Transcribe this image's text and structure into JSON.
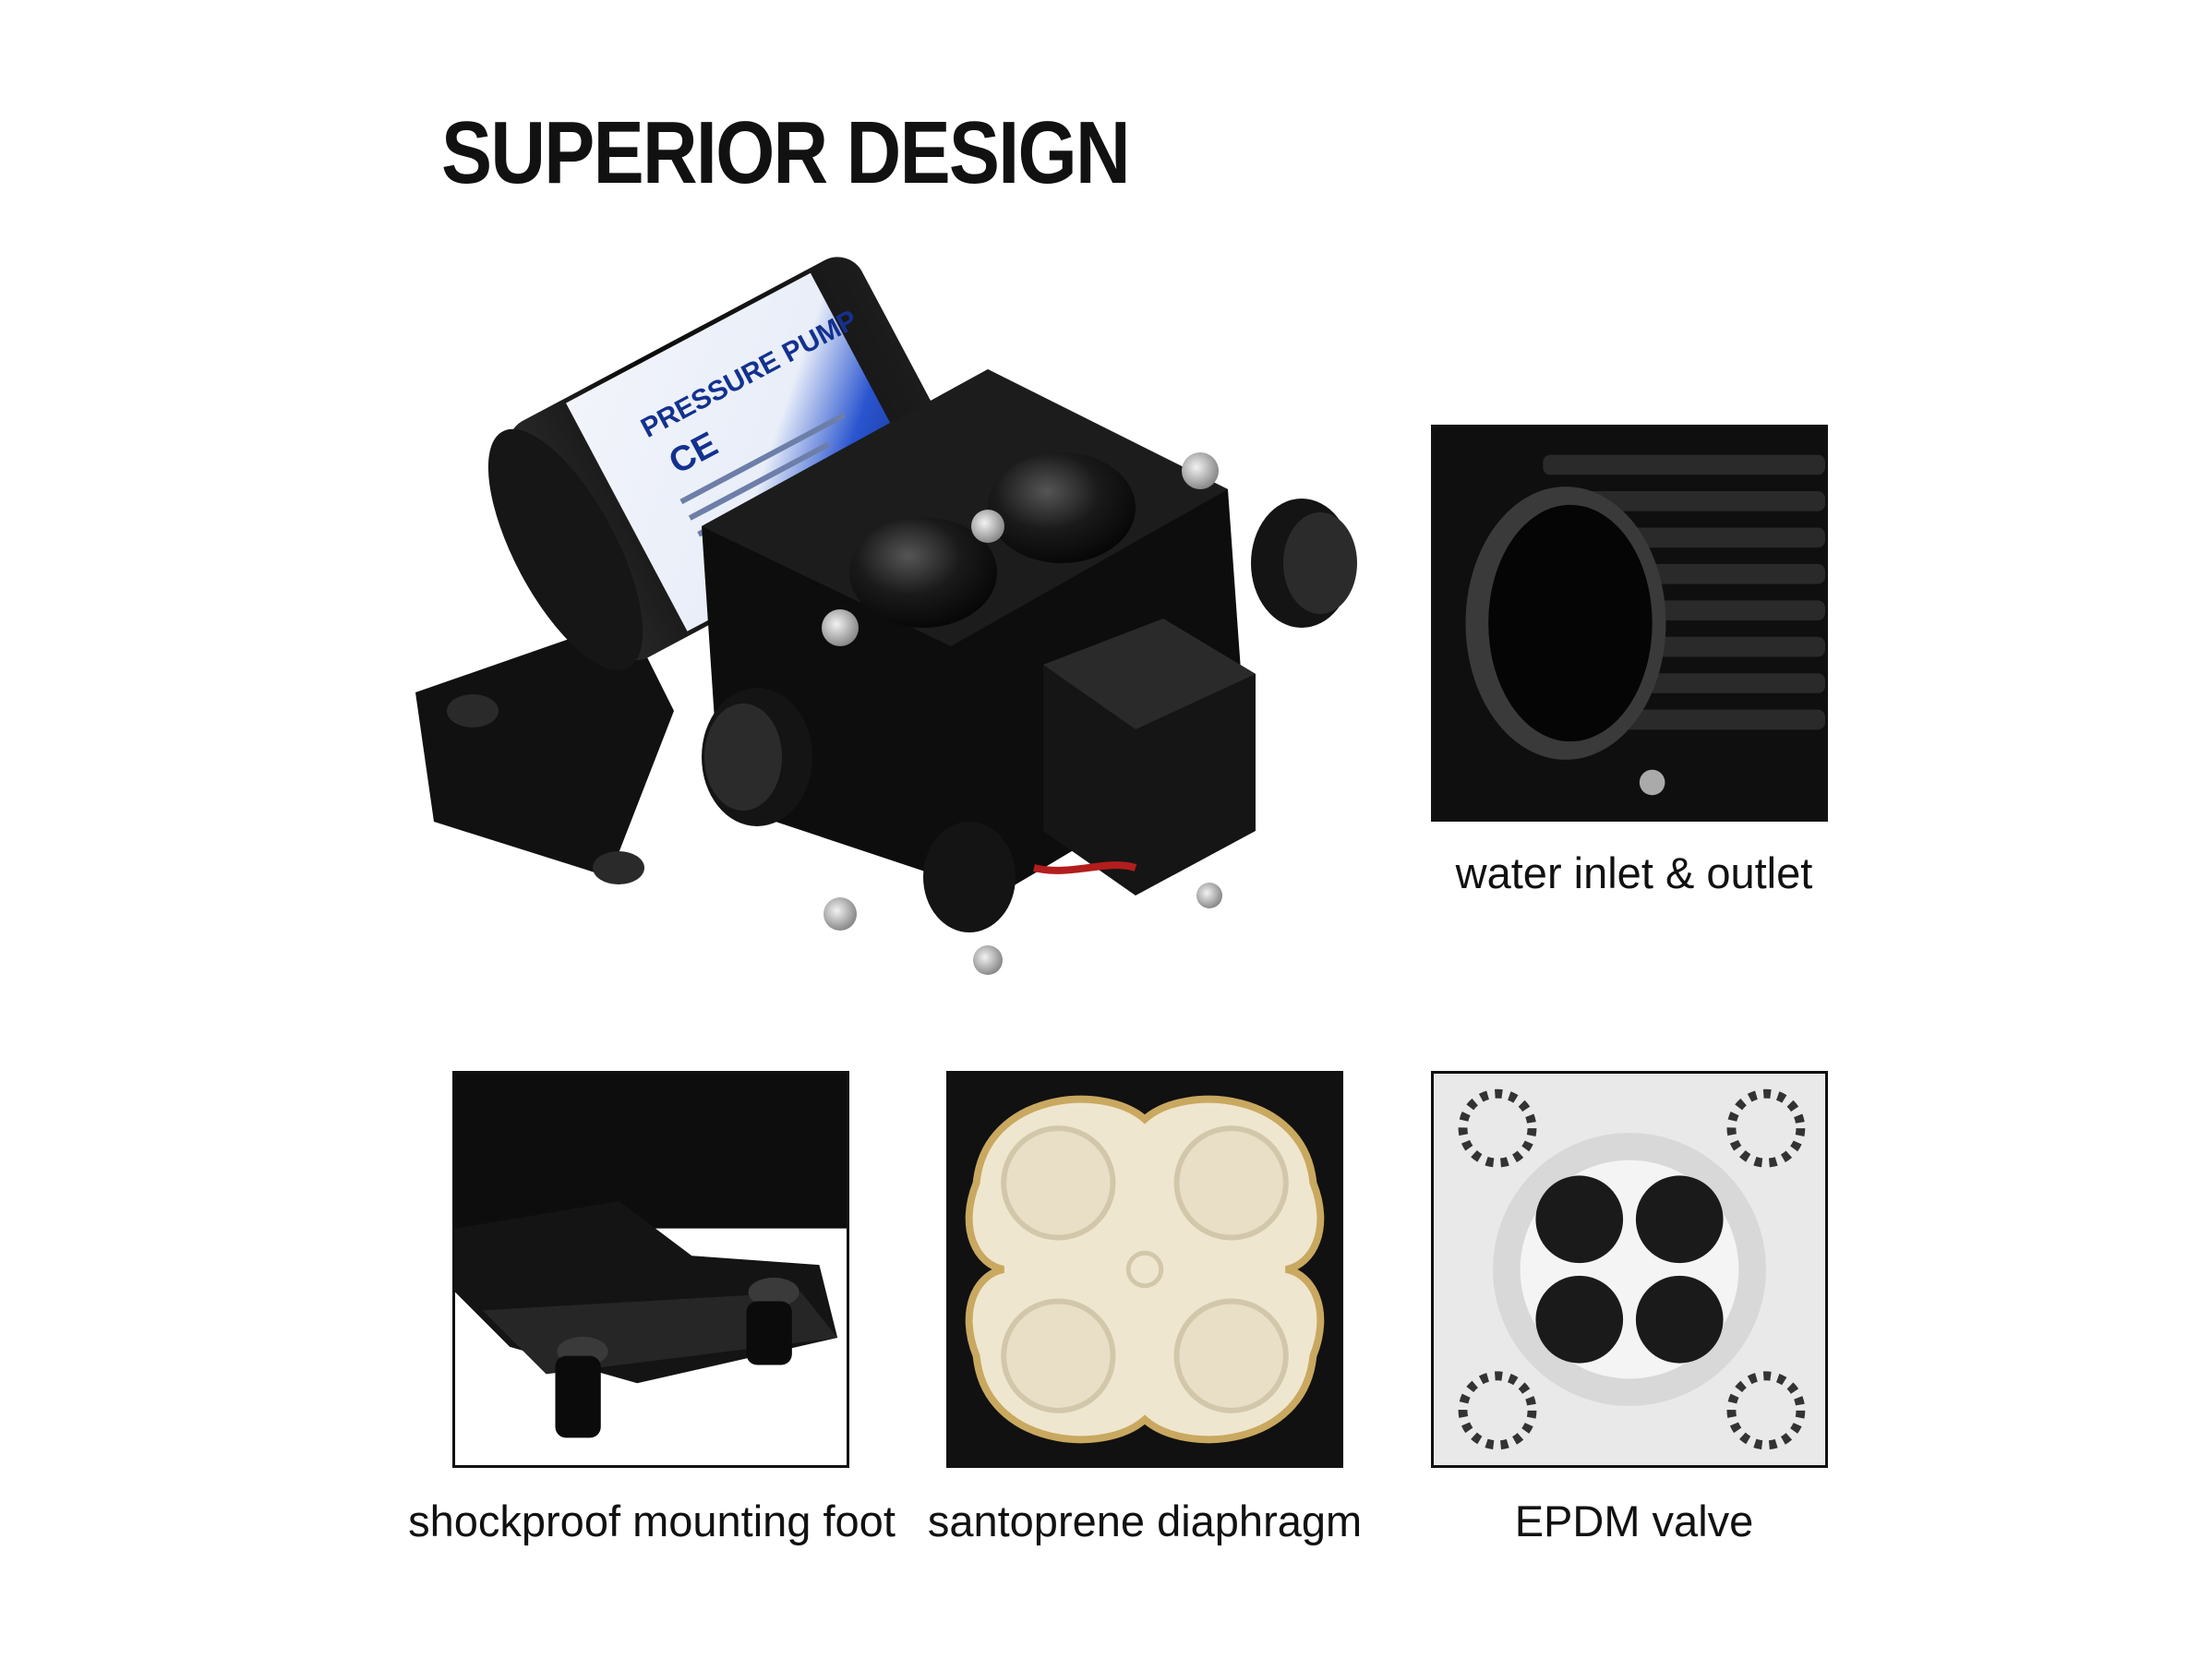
{
  "title": "SUPERIOR DESIGN",
  "hero": {
    "label_lines": [
      "PRESSURE PUMP",
      "CE"
    ]
  },
  "panels": [
    {
      "caption": "water inlet & outlet"
    },
    {
      "caption": "shockproof mounting foot"
    },
    {
      "caption": "santoprene diaphragm"
    },
    {
      "caption": "EPDM valve"
    }
  ],
  "colors": {
    "background": "#ffffff",
    "text": "#111111",
    "pump_body": "#0d0d0d",
    "label_blue": "#1a3fb8",
    "diaphragm": "#efe6cf"
  }
}
